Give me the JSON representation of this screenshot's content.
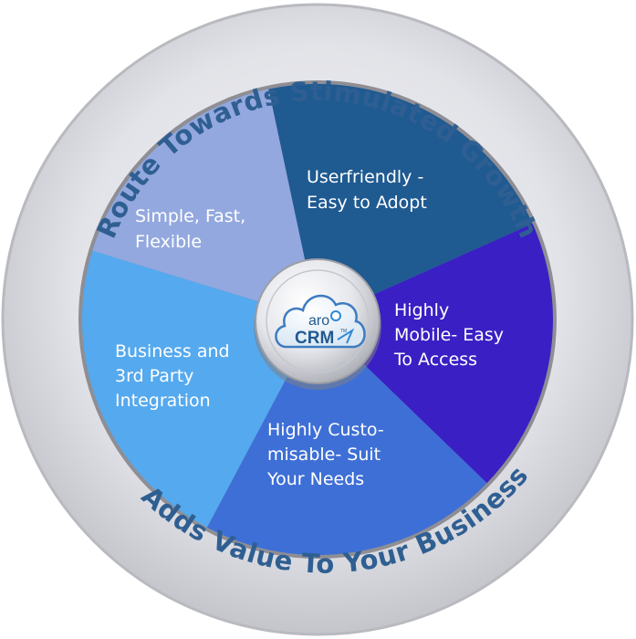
{
  "diagram": {
    "top_arc_text": "Route Towards Stimulated Growth",
    "bottom_arc_text": "Adds Value To Your Business",
    "segments": [
      {
        "lines": [
          "Userfriendly -",
          "Easy to Adopt"
        ],
        "color": "#1f5a91"
      },
      {
        "lines": [
          "Highly",
          "Mobile- Easy",
          "To Access"
        ],
        "color": "#3a1fc4"
      },
      {
        "lines": [
          "Highly Custo-",
          "misable- Suit",
          "Your Needs"
        ],
        "color": "#3e6fd6"
      },
      {
        "lines": [
          "Business and",
          "3rd Party",
          "Integration"
        ],
        "color": "#55a9ee"
      },
      {
        "lines": [
          "Simple, Fast,",
          "Flexible"
        ],
        "color": "#93a8de"
      }
    ],
    "logo": {
      "top": "aro",
      "bottom": "CRM",
      "tm": "TM"
    },
    "colors": {
      "ring_text": "#2f5f92",
      "outer_ring": "#dcdde2",
      "inner_border": "#8e8e94"
    }
  }
}
